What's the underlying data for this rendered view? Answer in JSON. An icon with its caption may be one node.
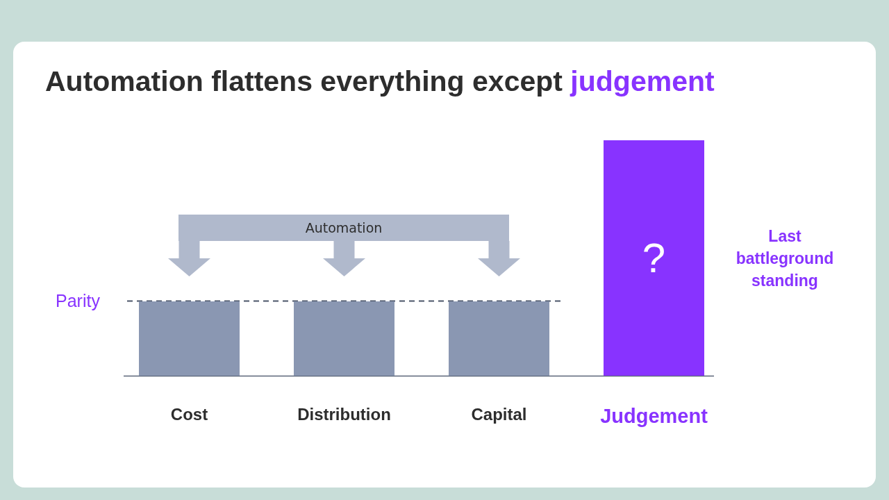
{
  "diagram": {
    "title": "Automation flattens everything except **judgement**",
    "nodes": [
      {
        "text": [
          "Automation"
        ]
      },
      {
        "text": [
          "Cost"
        ]
      },
      {
        "text": [
          "Distribution"
        ]
      },
      {
        "text": [
          "Capital"
        ]
      },
      {
        "text": [
          "?",
          "Judgement"
        ],
        "beside": [
          "Last battleground standing"
        ]
      }
    ],
    "edges": [
      {
        "from": 0,
        "to": 1,
        "arrow": "to"
      },
      {
        "from": 0,
        "to": 2,
        "arrow": "to"
      },
      {
        "from": 0,
        "to": 3,
        "arrow": "to"
      }
    ],
    "labels": [
      "Parity"
    ]
  }
}
